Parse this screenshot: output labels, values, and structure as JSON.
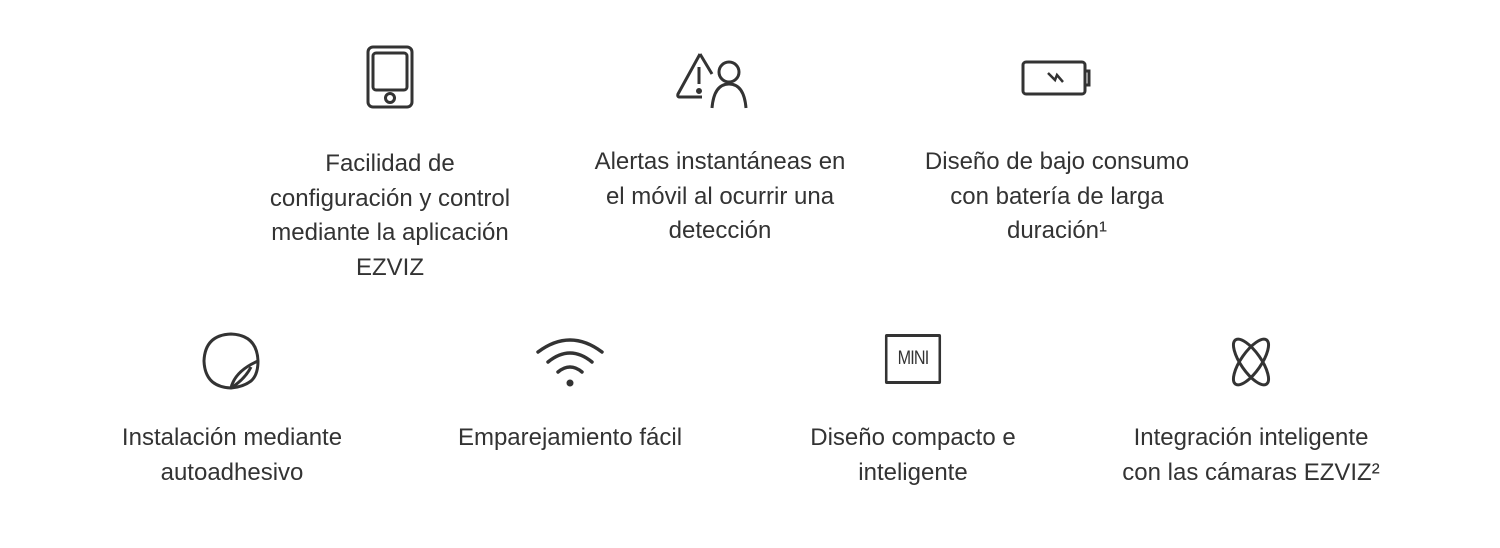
{
  "features": [
    {
      "icon": "smartphone-icon",
      "label": "Facilidad de\nconfiguración y control\nmediante la aplicación\nEZVIZ"
    },
    {
      "icon": "alert-person-icon",
      "label": "Alertas instantáneas en\nel móvil al ocurrir una\ndetección"
    },
    {
      "icon": "battery-charging-icon",
      "label": "Diseño de bajo consumo\ncon batería de larga\nduración¹"
    },
    {
      "icon": "sticker-icon",
      "label": "Instalación mediante\nautoadhesivo"
    },
    {
      "icon": "wifi-icon",
      "label": "Emparejamiento fácil"
    },
    {
      "icon": "mini-badge-icon",
      "label": "Diseño compacto e\ninteligente",
      "badge_text": "MINI"
    },
    {
      "icon": "orbit-icon",
      "label": "Integración inteligente\ncon las cámaras EZVIZ²"
    }
  ],
  "colors": {
    "text": "#333333",
    "icon": "#333333"
  }
}
